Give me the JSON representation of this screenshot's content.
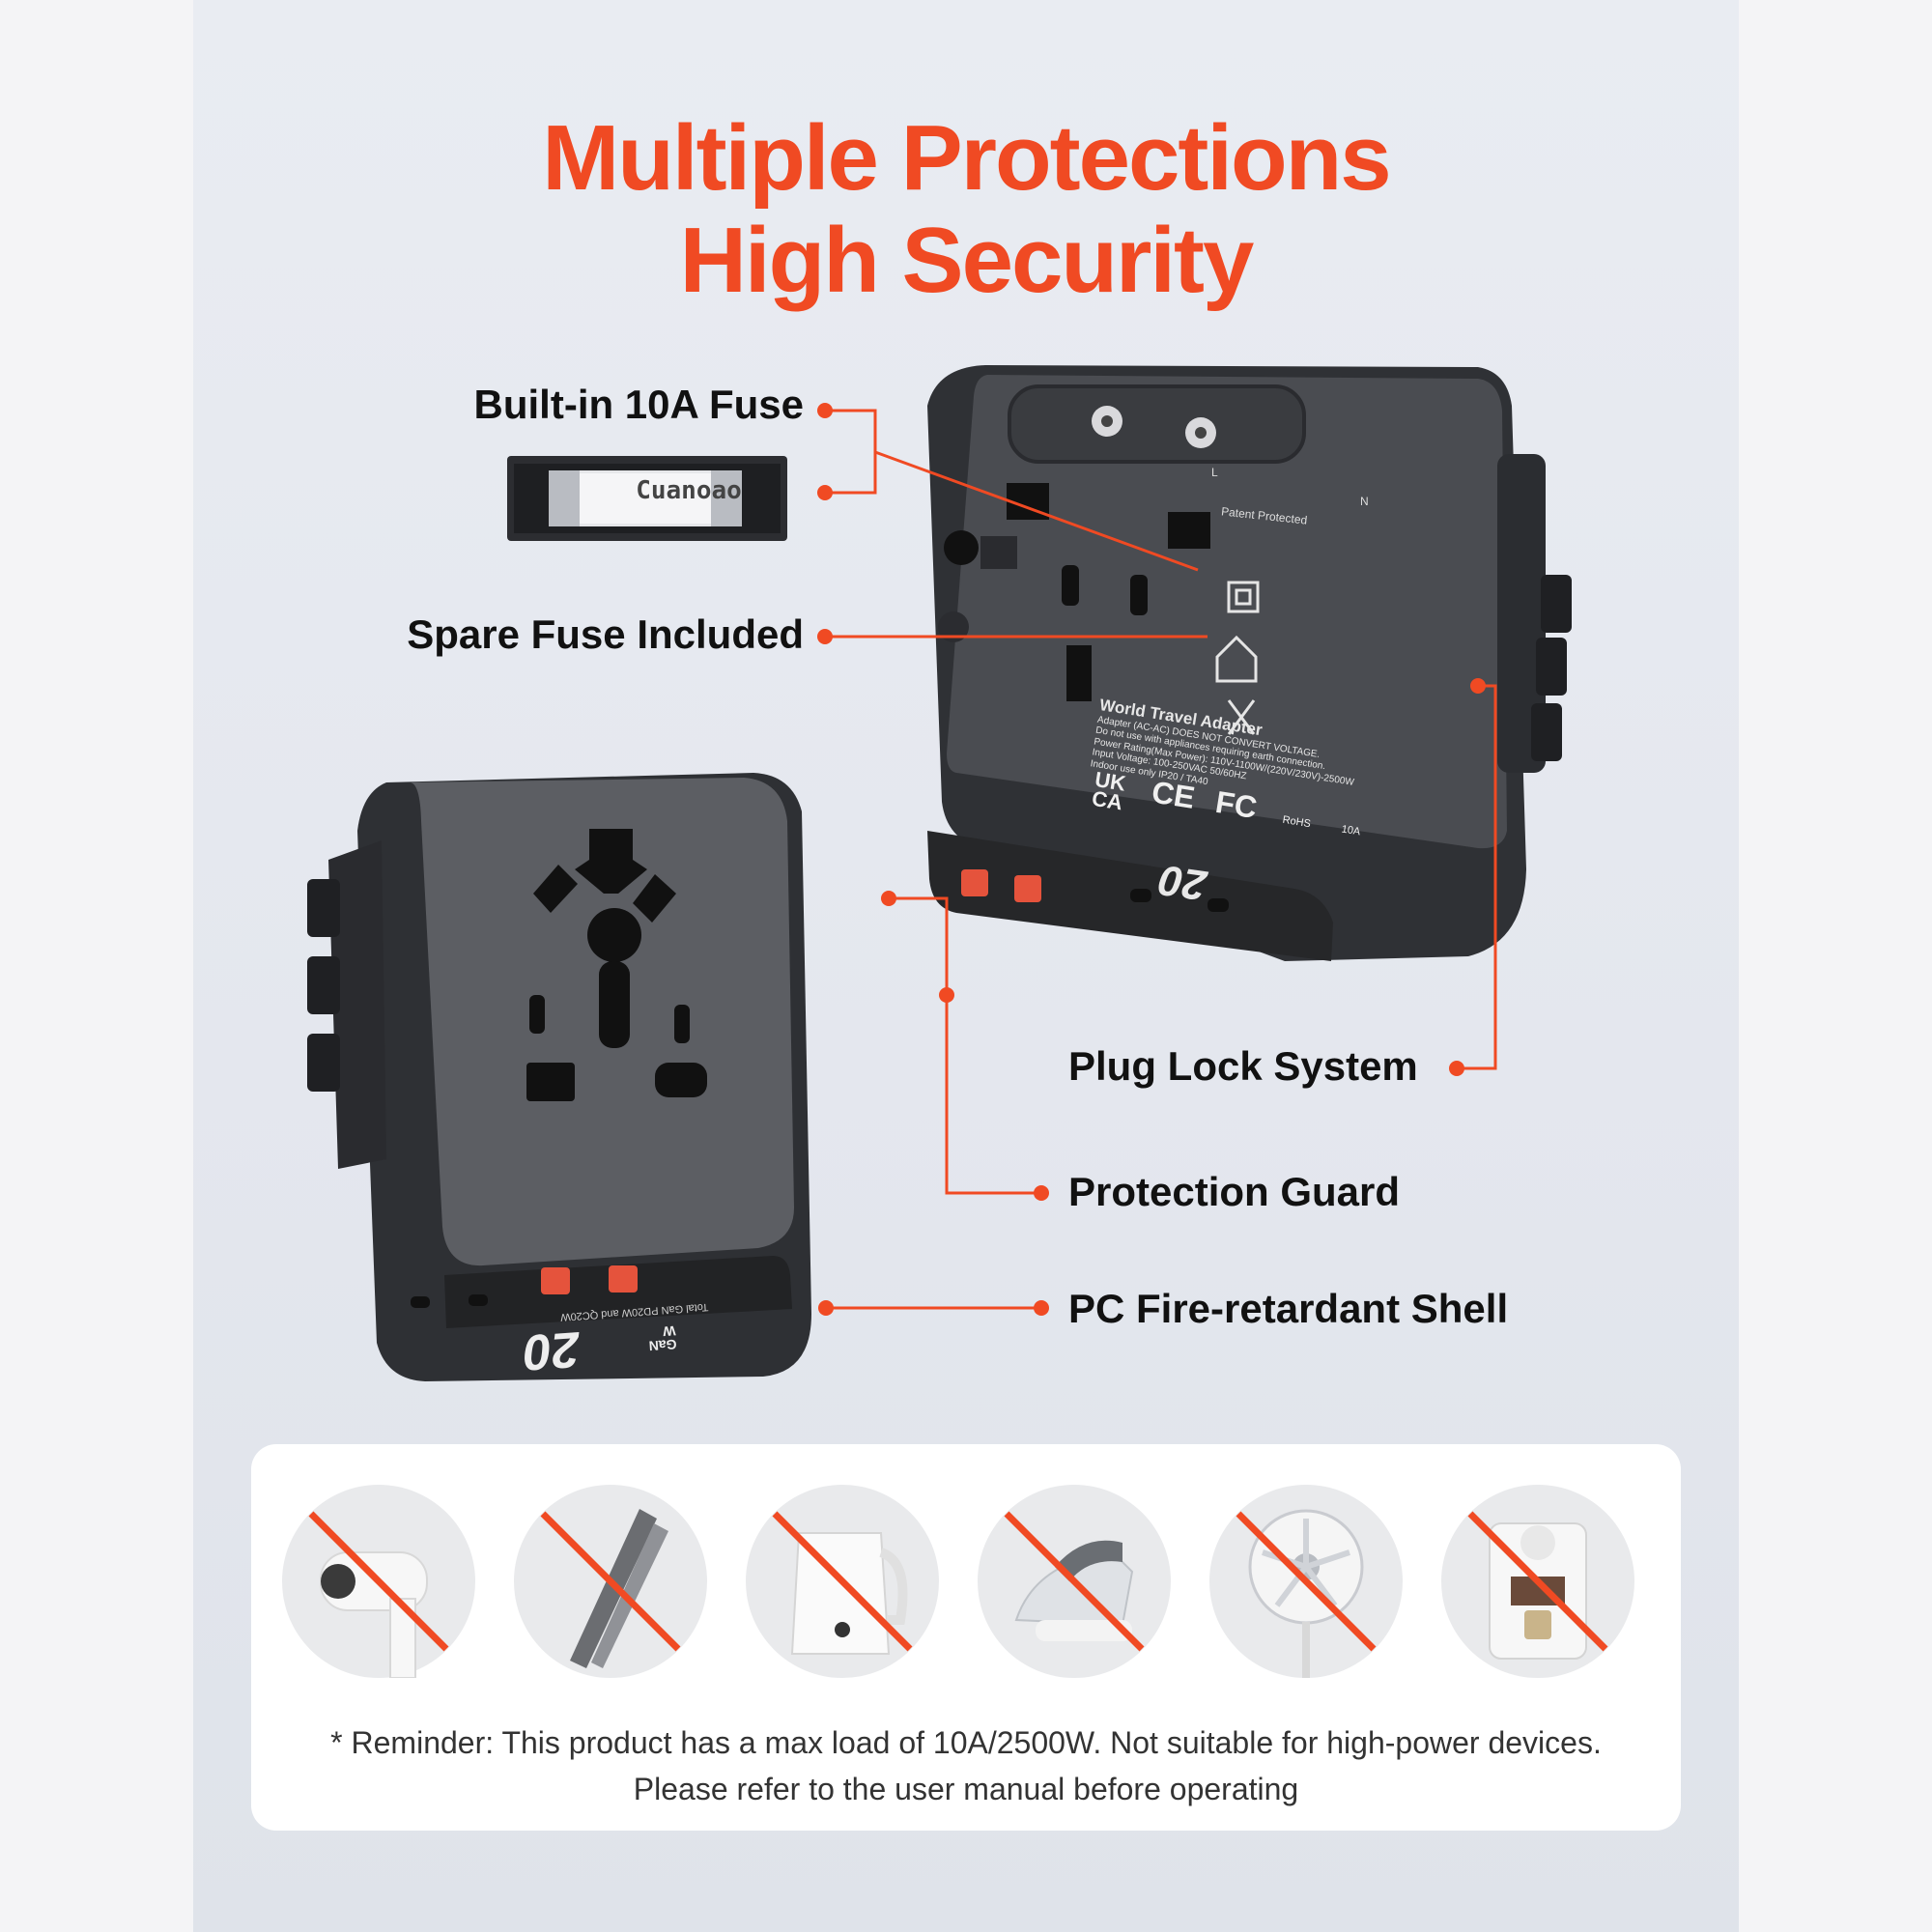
{
  "title": {
    "line1": "Multiple Protections",
    "line2": "High Security"
  },
  "callouts": {
    "fuse": "Built-in 10A Fuse",
    "spare_fuse": "Spare Fuse Included",
    "plug_lock": "Plug Lock System",
    "protection_guard": "Protection Guard",
    "fire_shell": "PC Fire-retardant Shell"
  },
  "fuse_brand": "Cuanoao",
  "device_back": {
    "product_name": "World Travel Adapter",
    "spec_line1": "Adapter (AC-AC) DOES NOT CONVERT VOLTAGE.",
    "spec_line2": "Do not use with appliances requiring earth connection.",
    "spec_line3": "Power Rating(Max Power): 110V-1100W/(220V/230V)-2500W",
    "spec_line4": "Input Voltage: 100-250VAC 50/60HZ",
    "spec_line5": "Indoor use only IP20 / TA40",
    "pin_l": "L",
    "pin_n": "N",
    "patent": "Patent Protected",
    "cert_ukca_1": "UK",
    "cert_ukca_2": "CA",
    "cert_ce": "CE",
    "cert_fc": "FC",
    "cert_rohs": "RoHS",
    "fuse_rating": "10A",
    "badge": "20"
  },
  "device_front": {
    "badge": "20",
    "badge_sub": "GaN W",
    "port_text": "Total GaN PD20W and QC20W"
  },
  "banned_devices": [
    "hair-dryer",
    "hair-straightener",
    "electric-kettle",
    "steam-iron",
    "electric-fan",
    "coffee-machine"
  ],
  "reminder": {
    "line1": "* Reminder: This product has a max load of 10A/2500W. Not suitable for high-power devices.",
    "line2": "Please refer to the user manual before operating"
  },
  "colors": {
    "accent": "#f04a23",
    "device": "#3b3d42",
    "device_face": "#5a5c61",
    "background": "#e6e9ef"
  }
}
